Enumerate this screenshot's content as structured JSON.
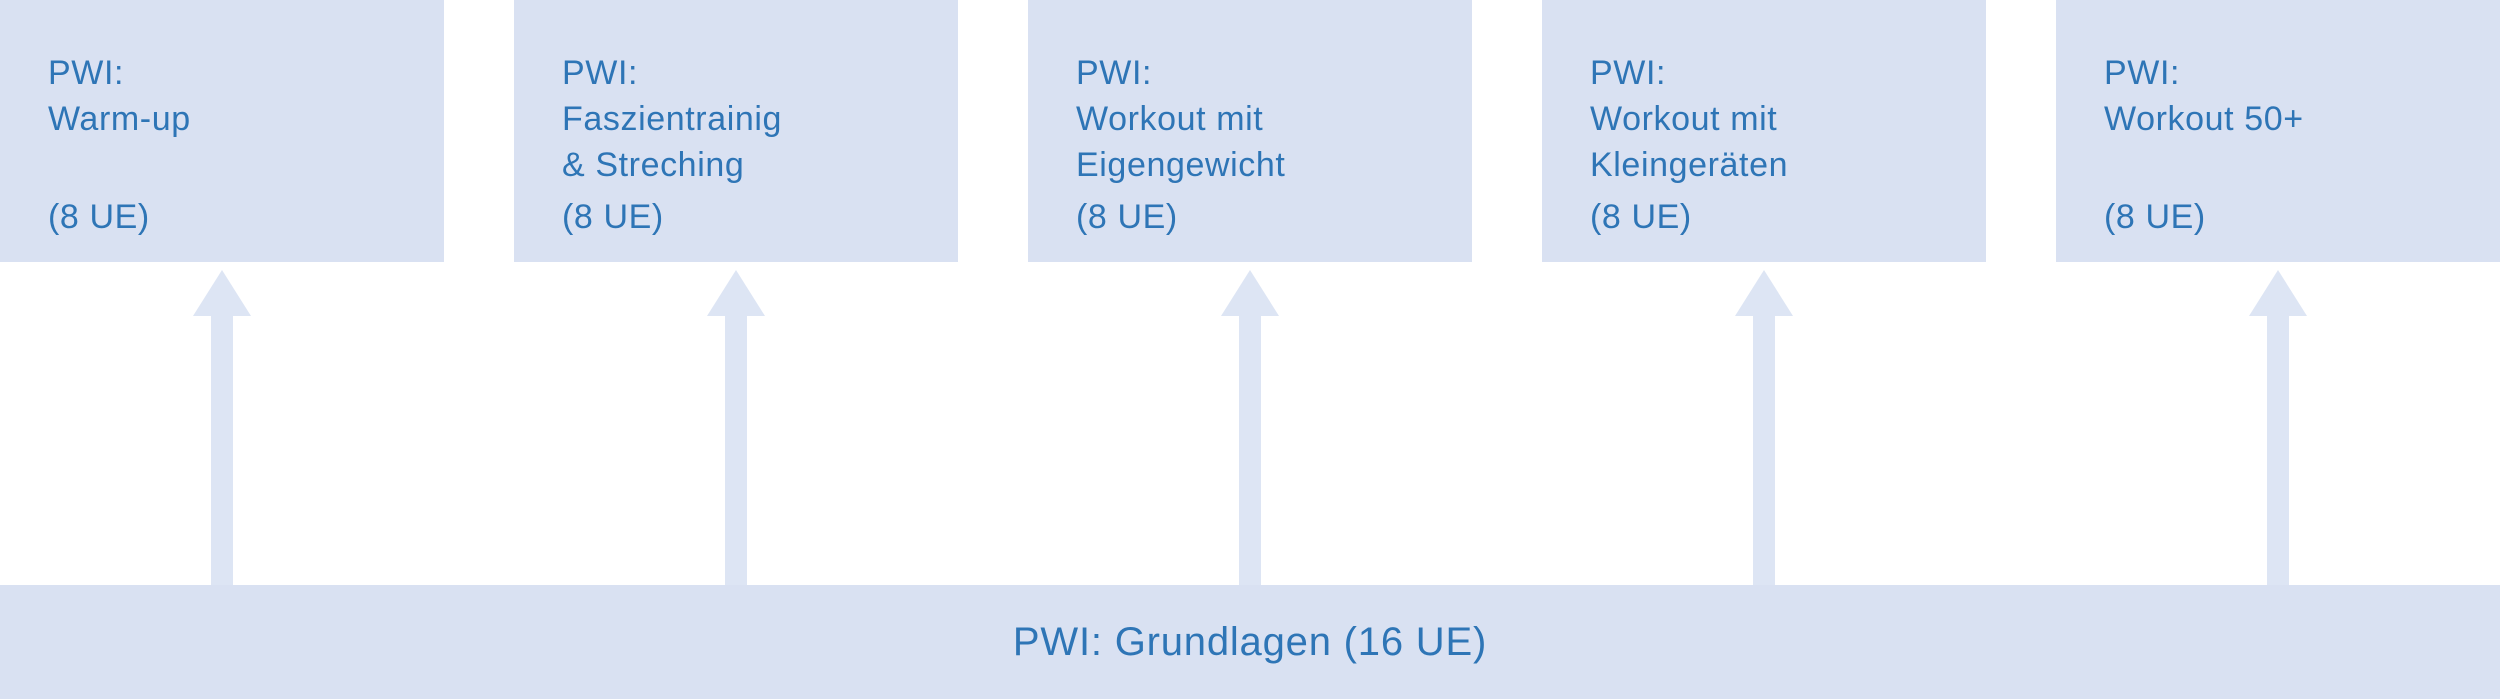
{
  "diagram": {
    "modules": [
      {
        "title_lines": [
          "PWI:",
          "Warm-up"
        ],
        "units": "(8 UE)"
      },
      {
        "title_lines": [
          "PWI:",
          "Faszientrainig",
          "& Streching"
        ],
        "units": "(8 UE)"
      },
      {
        "title_lines": [
          "PWI:",
          "Workout mit",
          "Eigengewicht"
        ],
        "units": "(8 UE)"
      },
      {
        "title_lines": [
          "PWI:",
          "Workout mit",
          "Kleingeräten"
        ],
        "units": "(8 UE)"
      },
      {
        "title_lines": [
          "PWI:",
          "Workout 50+"
        ],
        "units": "(8 UE)"
      }
    ],
    "base": {
      "label": "PWI: Grundlagen (16 UE)"
    },
    "colors": {
      "box_fill": "#d9e1f2",
      "arrow_fill": "#dde5f4",
      "bar_fill": "#d9e1f2",
      "text_blue": "#2e75b6"
    }
  }
}
